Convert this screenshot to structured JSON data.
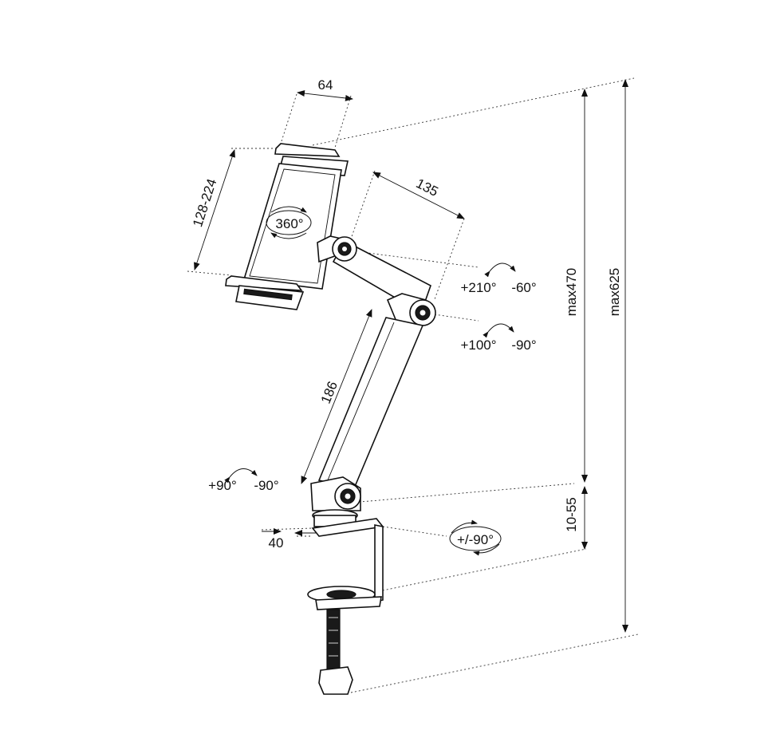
{
  "dimensions": {
    "holder_depth": "64",
    "holder_range": "128-224",
    "upper_arm": "135",
    "lower_arm": "186",
    "clamp_offset": "40",
    "clamp_range": "10-55",
    "max_height_arm": "max470",
    "max_height_total": "max625"
  },
  "rotations": {
    "holder": "360°",
    "upper_joint_plus": "+210°",
    "upper_joint_minus": "-60°",
    "middle_joint_plus": "+100°",
    "middle_joint_minus": "-90°",
    "base_joint_plus": "+90°",
    "base_joint_minus": "-90°",
    "base_swivel": "+/-90°"
  },
  "colors": {
    "line": "#111111",
    "background": "#ffffff"
  }
}
